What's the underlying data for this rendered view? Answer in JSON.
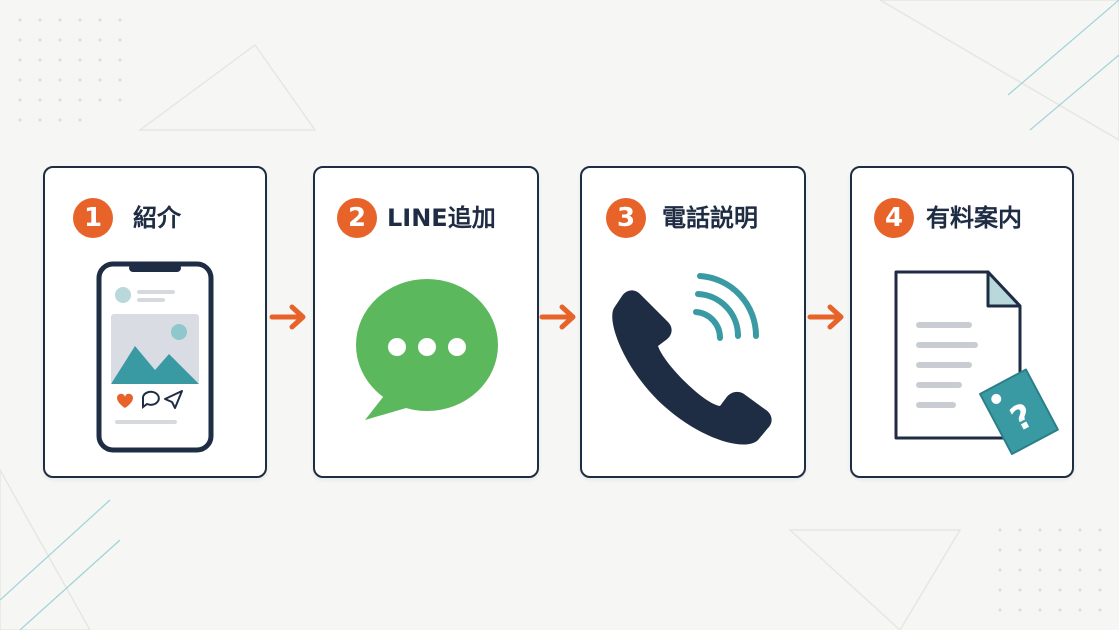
{
  "steps": [
    {
      "number": "1",
      "label": "紹介",
      "icon": "smartphone-social-post-icon"
    },
    {
      "number": "2",
      "label": "LINE追加",
      "icon": "chat-bubble-icon"
    },
    {
      "number": "3",
      "label": "電話説明",
      "icon": "phone-call-icon"
    },
    {
      "number": "4",
      "label": "有料案内",
      "icon": "document-price-tag-icon"
    }
  ],
  "colors": {
    "accent": "#e8632a",
    "outline": "#1f2d44",
    "teal": "#3a9aa4",
    "green": "#5cb85c",
    "background": "#f6f6f4"
  }
}
